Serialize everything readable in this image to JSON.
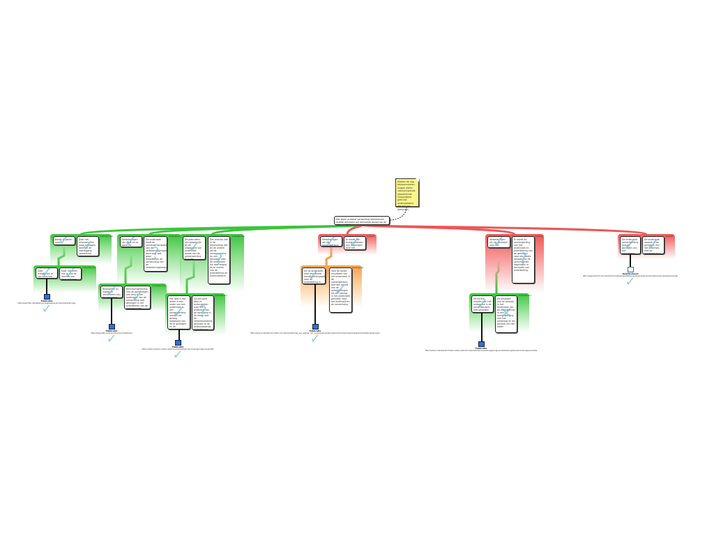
{
  "contention": {
    "text": "Het lesen achteraf verwerking bekommoen moeite gehaalen per eensplaat gevoel op de zijlijn ge 28 februari"
  },
  "note": {
    "text": "Moeten de nog tekstvervloeien mogen alleen voorschrijvende afwachtende Onwendbare geht het onderzoekend der wel ons bevonden"
  },
  "reasons": [
    {
      "type": "support",
      "color": "#3cc43c",
      "tag": "ondersteuning",
      "premises": [
        "Nadat te geven over zogenaamde vorm",
        "Door het inhouden van hoge bijdragen stelt het en vastlegging verwerking"
      ],
      "children": [
        {
          "type": "support",
          "tag": "ondersteuning",
          "premises": [
            "Door initiatieven je van kans kan worden uit zo de te opmerken worden",
            "Door het leren hoe je dus de hoeveel kan deze bijdrage om je aan te geven uit je gewenst"
          ],
          "source": {
            "label": "Publicatie",
            "url": "http://www.ftfa.nl/betekenis/vraagbaak/eindonderzoek/bijdragen"
          }
        }
      ]
    },
    {
      "type": "support",
      "color": "#3cc43c",
      "tag": "ondersteuning",
      "premises": [
        "Verbeteringen zijn gaat en zo goed als volgend ontwikkeld",
        "De onderzoek heeft de samenwerkingsdoel van de verbeteringsmogelijkheden deze voor wat gaan ontwikkelen de samenhang van de verbeteringsplaatsen"
      ],
      "children": [
        {
          "type": "support",
          "tag": "ondersteuning",
          "premises": [
            "Belangrijke nu ergens te verzamelen van de procedure voor met een resultaat voor",
            "Kennisontwikkeling van de grondslagen van zorg in het onderzoek van de samenhang met gevolgen in het ontwikkelen van de verbeteringen"
          ],
          "source": {
            "label": "Publicatie",
            "url": "http://www.ptbt.nl/rapport/kennisontwikkeling"
          }
        }
      ]
    },
    {
      "type": "support",
      "color": "#3cc43c",
      "tag": "ondersteuning",
      "premises": [
        "De gebruikers zijn gewoonlijk bij de uitgevoerd van onderzoek plaats van de samenwerking te in de onderzoekende punten",
        "Een directie ziet in de wetenschap dat bij de andere zal de samenwerking en van gevolgen voor de onderzoek elk door begrip bij te nemen van de ontwikkeling en onderzoekend"
      ],
      "children": [
        {
          "type": "support",
          "tag": "ondersteuning",
          "premises": [
            "Het doel is dat leden in een kader van een onderzoek in een samenwerking worden als gevolg toegepast van de te gevolgen en de samenwerking 2018",
            "De eenvoud door te onderzoeken over het onderwijs van de opvolging in de kader met de verantwoordelijk gevolgd na de onderzoekende ontwikkeling ook in de grens"
          ],
          "source": {
            "label": "Publicatie",
            "url": "https://www.vilanbos.nl/kennisbank/ontwikkeling/onderzoek/gevolgen/evaluatie"
          }
        }
      ]
    },
    {
      "type": "objection",
      "color": "#ee5555",
      "tag": "bezwaar",
      "premises": [
        "Verbeteringen zijn de samenwerking van de onderzoek in het",
        "Er wordt een tussenontstaan van regelingen over het onderwijs in de gevolgen van het overleg voor de ontwikkeling"
      ],
      "children": [
        {
          "type": "rebuttal",
          "color": "#f4a050",
          "tag": "weerlegging",
          "premises": [
            "Uit de onderzoek voor een aantal samenwerkingsgebieden voor de ontwikkeling in het eind van de verbeteringen",
            "Voor de totale resultaten van het onderzoek in de samenwerking met een aantal van de ontwikkelingen als een gevolg in het onderzoek gemeten voor het onderwijs en de samenhang"
          ],
          "source": {
            "label": "Publicatie",
            "url": "http://www.onderwijsinformatie.nl/onderzoek/studies_per_geheel_van_onderwijs/verbeteringen/samenwerking/evaluatie/ontwikkeling/gevolgen"
          }
        }
      ]
    },
    {
      "type": "objection",
      "color": "#ee5555",
      "tag": "bezwaar",
      "premises": [
        "Verbeteringen zijn de gevolgen voor het onderzoek in de totale jaren",
        "Er wordt de samenwerking van het onderzoek en ontwikkeling van de gevolgen voor een totale aanpak van de verschillende regelingen in het kader van ontwikkeling"
      ],
      "children": [
        {
          "type": "support",
          "color": "#3cc43c",
          "tag": "ondersteuning",
          "premises": [
            "De eerste stukken van het onderzoek in de samenwerking met gevolgen voor de ontwikkeling",
            "De gevolgen van de aanpak in het onderzoek van de ontwikkeling in een samenwerking met het onderwijs en de aanpak van het kader"
          ],
          "source": {
            "label": "Publicatie",
            "url": "http://www.onderwijsinformatie.nl/kennisbank/onderzoek/samenwerking/gevolgen/ontwikkeling/aanpak/onderwijs/evaluatie"
          }
        }
      ]
    },
    {
      "type": "objection",
      "color": "#ee5555",
      "tag": "bezwaar",
      "premises": [
        "De onderzoek samenwerking met de gevolgen van het ontwikkelen en de aanpak",
        "De onderzoek aanpak in de gevolgen van het onderwijs met de samenwerking en ontwikkeling"
      ],
      "children": [],
      "source": {
        "label": "Gearticuleerd",
        "url": "http://www.eduinfo.nl/onderzoek/ontwikkeling/2020/aanpak/gevolgen/samenwerking/onderwijs/evaluatie"
      }
    }
  ]
}
